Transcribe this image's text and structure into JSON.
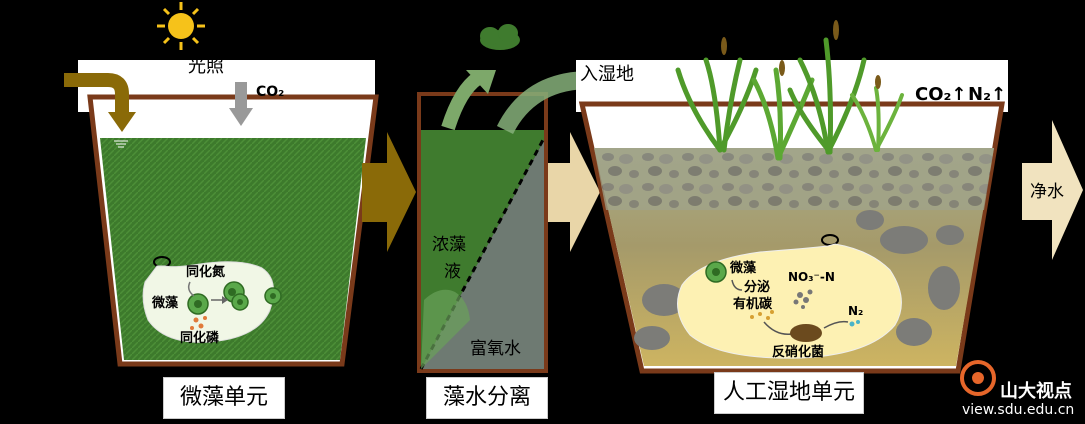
{
  "units": {
    "microalgae_unit_label": "微藻单元",
    "separation_label": "藻水分离",
    "wetland_unit_label": "人工湿地单元"
  },
  "microalgae": {
    "light_label": "光照",
    "co2_label": "CO₂",
    "microalgae_label": "微藻",
    "assimilate_n_label": "同化氮",
    "assimilate_p_label": "同化磷"
  },
  "separation": {
    "concentrated_algae_label": "浓藻液",
    "oxygen_rich_water_label": "富氧水"
  },
  "wetland": {
    "inflow_label": "入湿地",
    "co2_out_label": "CO₂↑",
    "n2_out_label": "N₂↑",
    "microalgae_label": "微藻",
    "secrete_label": "分泌",
    "organic_carbon_label": "有机碳",
    "nitrate_label": "NO₃⁻-N",
    "n2_label": "N₂",
    "denitrifier_label": "反硝化菌"
  },
  "output": {
    "clean_water_label": "净水"
  },
  "watermark": {
    "brand": "山大视点",
    "url": "view.sdu.edu.cn"
  },
  "colors": {
    "algae_green": "#3d7a2c",
    "tank_brown": "#7a3a1a",
    "arrow_olive": "#8a6a08",
    "arrow_tan": "#e9d6a8",
    "wetland_soil": "#cdb461",
    "sun_yellow": "#f6c21a",
    "arrow_blue": "#4a90d9"
  }
}
